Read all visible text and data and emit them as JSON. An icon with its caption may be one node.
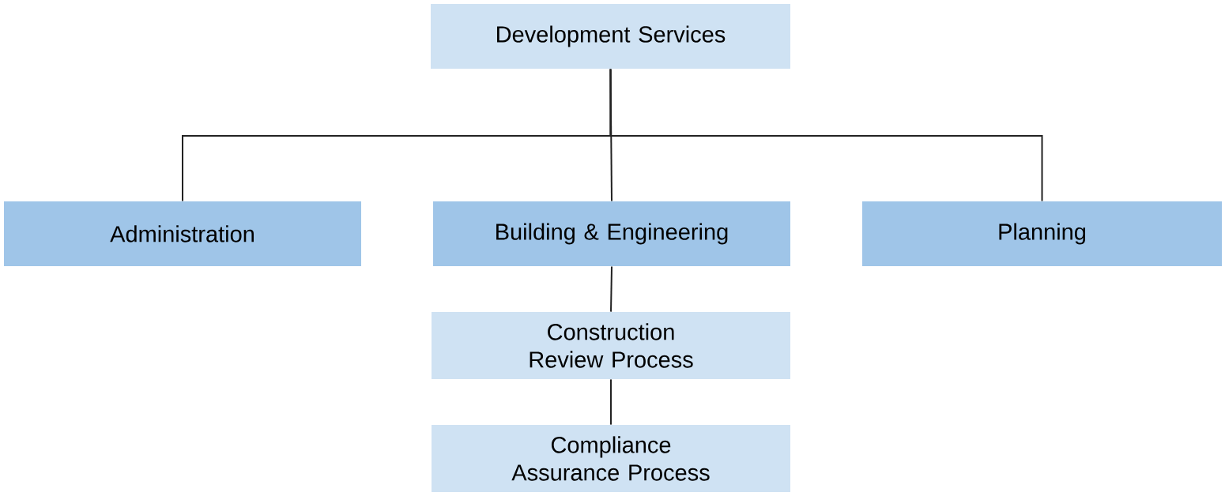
{
  "diagram": {
    "nodes": [
      {
        "text": [
          "Development Services"
        ]
      },
      {
        "text": [
          "Administration"
        ]
      },
      {
        "text": [
          "Building & Engineering"
        ]
      },
      {
        "text": [
          "Planning"
        ]
      },
      {
        "text": [
          "Construction Review Process"
        ]
      },
      {
        "text": [
          "Compliance Assurance Process"
        ]
      }
    ],
    "edges": [
      {
        "from": 0,
        "to": 1,
        "arrow": "none"
      },
      {
        "from": 0,
        "to": 2,
        "arrow": "none"
      },
      {
        "from": 0,
        "to": 3,
        "arrow": "none"
      },
      {
        "from": 2,
        "to": 4,
        "arrow": "none"
      },
      {
        "from": 4,
        "to": 5,
        "arrow": "none"
      }
    ]
  }
}
